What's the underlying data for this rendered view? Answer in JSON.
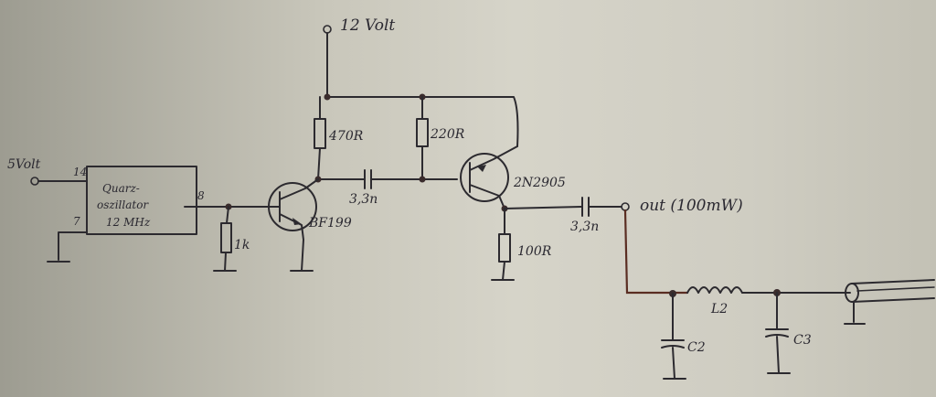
{
  "supply": {
    "main_label": "12 Volt",
    "osc_label": "5Volt"
  },
  "oscillator": {
    "line1": "Quarz-",
    "line2": "oszillator",
    "line3": "12 MHz",
    "pin_vcc": "14",
    "pin_gnd": "7",
    "pin_out": "8"
  },
  "components": {
    "r_base": "1k",
    "r_collector": "470R",
    "r_bias": "220R",
    "r_emitter": "100R",
    "c_coupling1": "3,3n",
    "c_coupling2": "3,3n",
    "q1": "BF199",
    "q2": "2N2905",
    "c2": "C2",
    "l2": "L2",
    "c3": "C3"
  },
  "output": {
    "label": "out (100mW)"
  }
}
